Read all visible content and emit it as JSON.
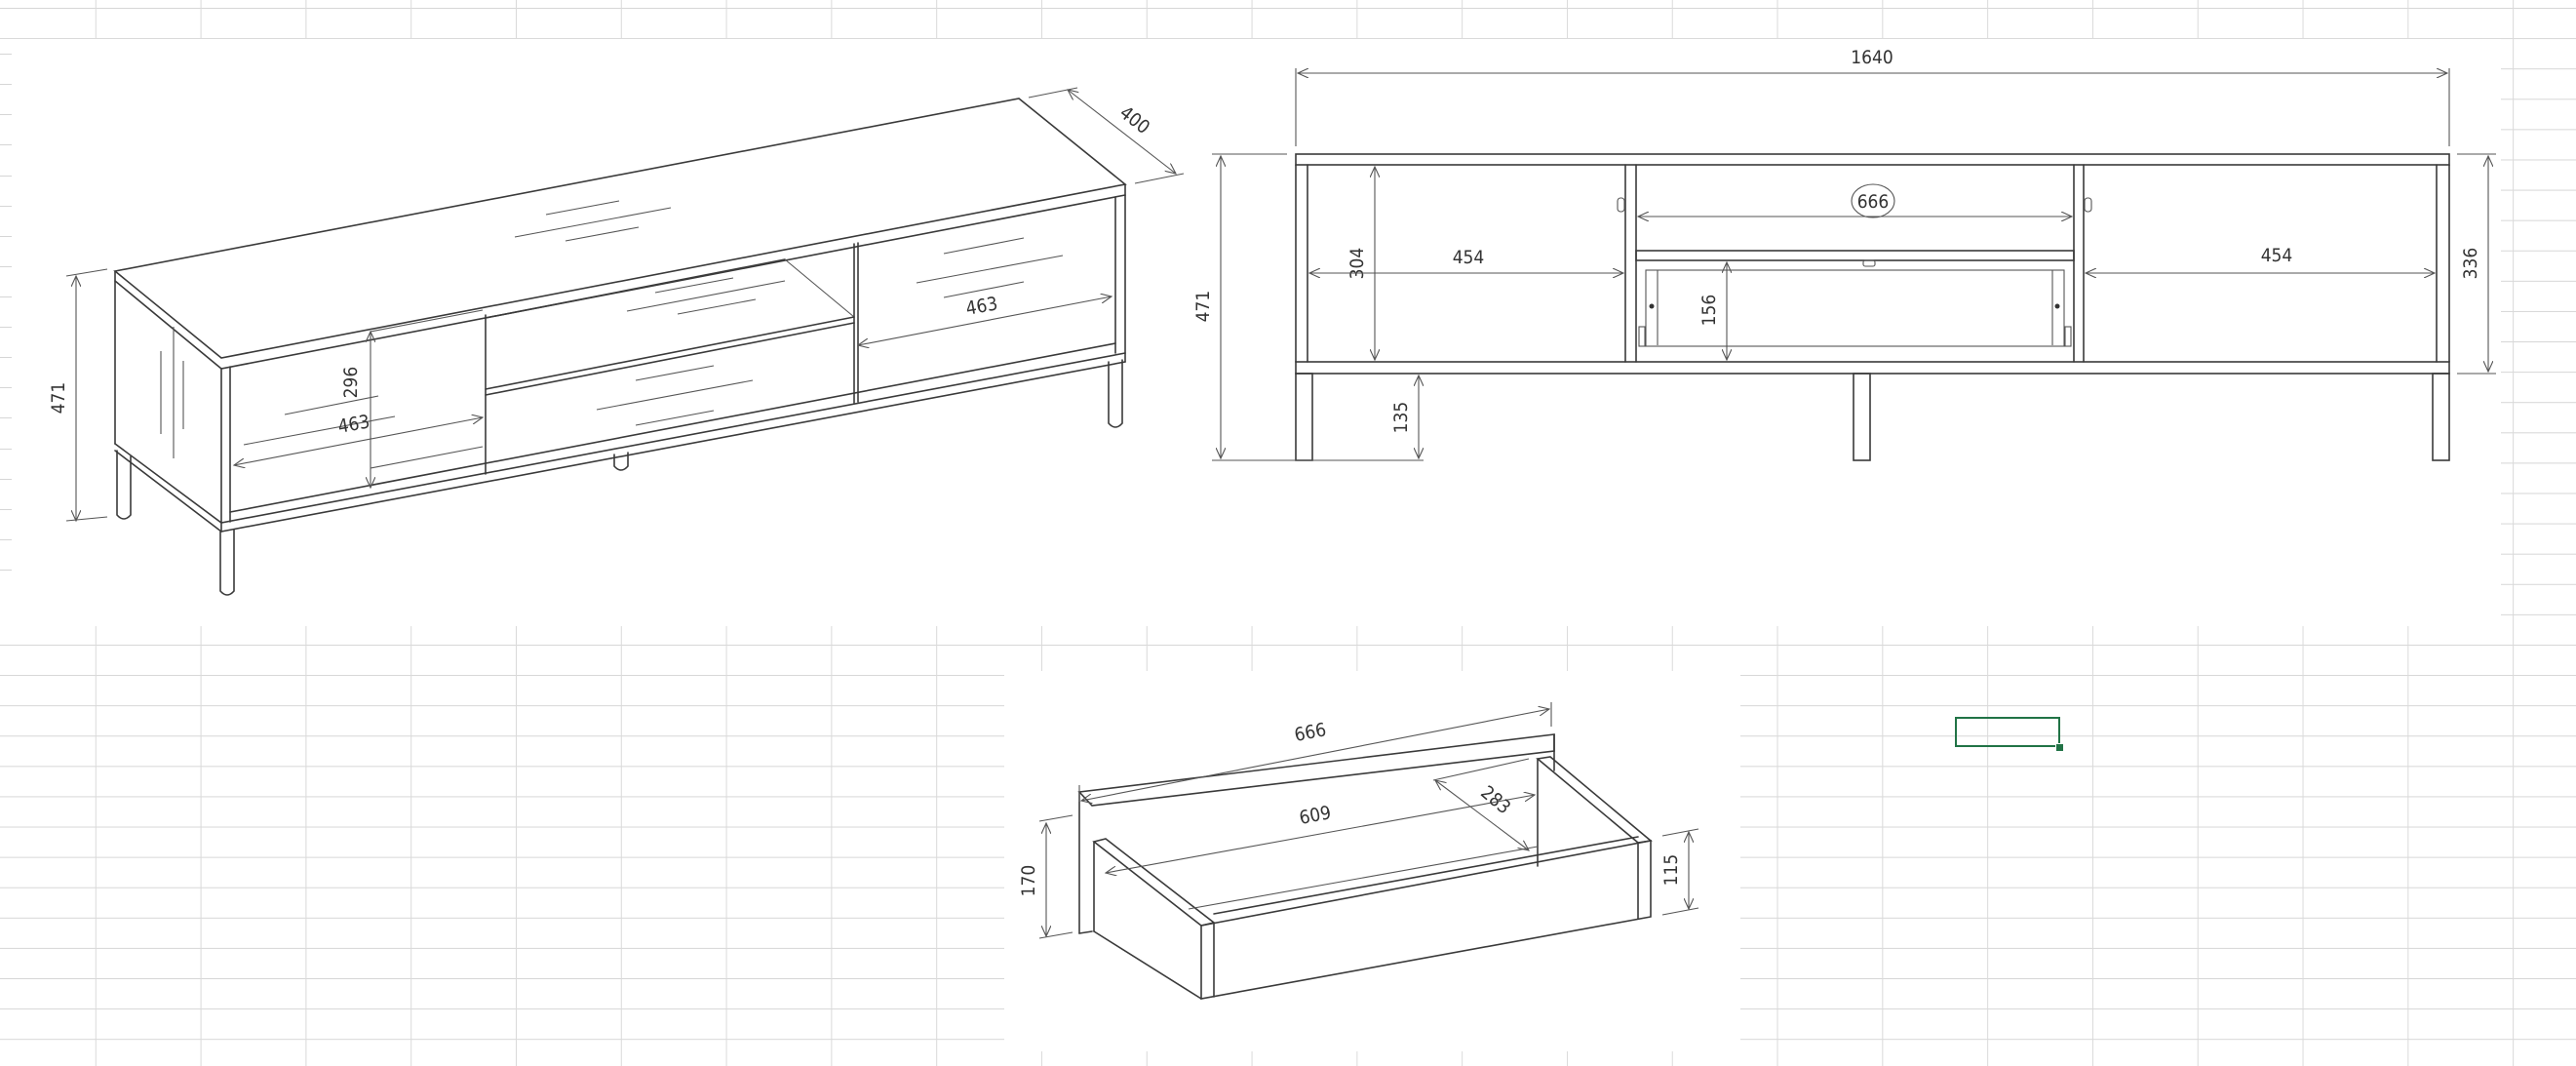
{
  "app": {
    "type": "spreadsheet",
    "grid_color": "#d6d6d6",
    "selection_color": "#217346",
    "selected_cell": {
      "value": ""
    }
  },
  "drawings": {
    "isometric_cabinet": {
      "dimensions": {
        "height": "471",
        "depth": "400",
        "left_door_height": "296",
        "left_door_width": "463",
        "right_door_width": "463"
      }
    },
    "front_view": {
      "dimensions": {
        "total_width": "1640",
        "total_height": "471",
        "left_compartment_height": "304",
        "left_compartment_width": "454",
        "center_width": "666",
        "drawer_height": "156",
        "right_compartment_width": "454",
        "body_height": "336",
        "leg_height": "135"
      }
    },
    "drawer_isometric": {
      "dimensions": {
        "front_width": "666",
        "inner_width": "609",
        "depth": "283",
        "front_height": "170",
        "box_height": "115"
      }
    }
  }
}
